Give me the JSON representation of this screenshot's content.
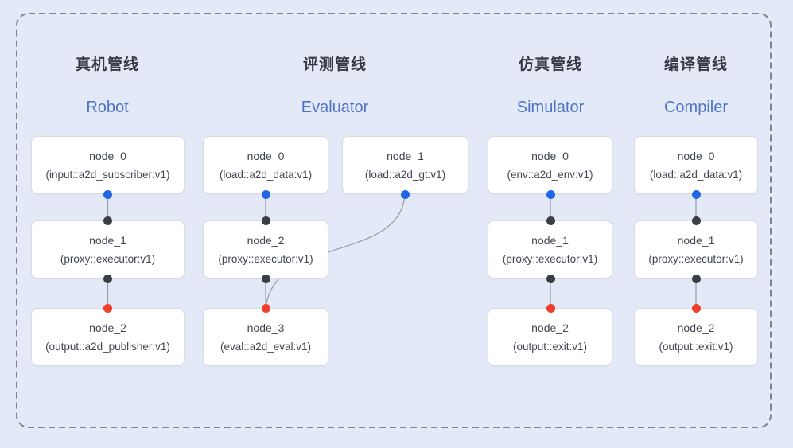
{
  "diagram": {
    "colors": {
      "background": "#e4e9f7",
      "dashed_border": "#7e8490",
      "node_background": "#ffffff",
      "node_border": "#d8dce4",
      "connector_line": "#99a1ae",
      "port_blue": "#2166e5",
      "port_dark": "#3a3e45",
      "port_red": "#ee3e2c",
      "title_chinese": "#363a43",
      "title_english": "#4e74c6",
      "node_text": "#41464f"
    },
    "pipelines": [
      {
        "title_zh": "真机管线",
        "title_en": "Robot",
        "nodes": [
          {
            "name": "node_0",
            "type": "(input::a2d_subscriber:v1)"
          },
          {
            "name": "node_1",
            "type": "(proxy::executor:v1)"
          },
          {
            "name": "node_2",
            "type": "(output::a2d_publisher:v1)"
          }
        ]
      },
      {
        "title_zh": "评测管线",
        "title_en": "Evaluator",
        "nodes": [
          {
            "name": "node_0",
            "type": "(load::a2d_data:v1)"
          },
          {
            "name": "node_1",
            "type": "(load::a2d_gt:v1)"
          },
          {
            "name": "node_2",
            "type": "(proxy::executor:v1)"
          },
          {
            "name": "node_3",
            "type": "(eval::a2d_eval:v1)"
          }
        ]
      },
      {
        "title_zh": "仿真管线",
        "title_en": "Simulator",
        "nodes": [
          {
            "name": "node_0",
            "type": "(env::a2d_env:v1)"
          },
          {
            "name": "node_1",
            "type": "(proxy::executor:v1)"
          },
          {
            "name": "node_2",
            "type": "(output::exit:v1)"
          }
        ]
      },
      {
        "title_zh": "编译管线",
        "title_en": "Compiler",
        "nodes": [
          {
            "name": "node_0",
            "type": "(load::a2d_data:v1)"
          },
          {
            "name": "node_1",
            "type": "(proxy::executor:v1)"
          },
          {
            "name": "node_2",
            "type": "(output::exit:v1)"
          }
        ]
      }
    ]
  }
}
